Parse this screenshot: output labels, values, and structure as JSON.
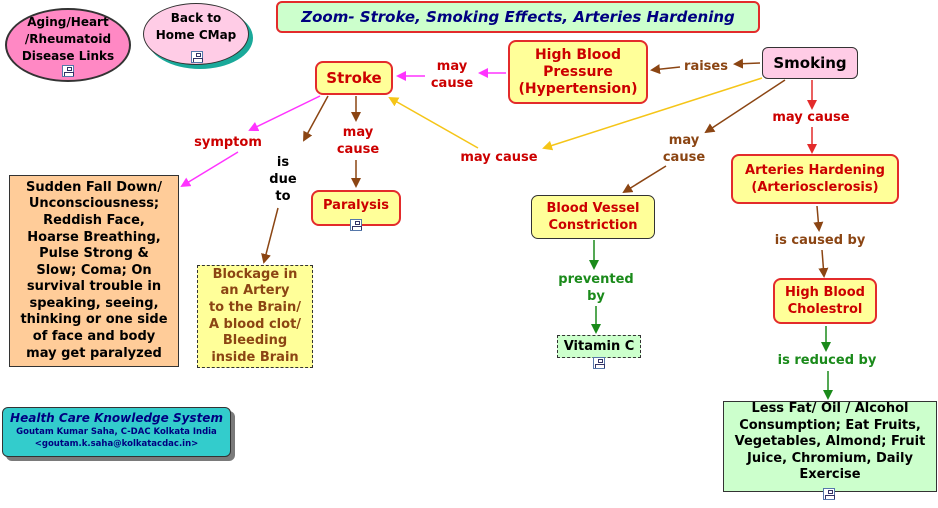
{
  "title": "Zoom- Stroke, Smoking Effects, Arteries Hardening",
  "nav": {
    "aging_link": "Aging/Heart\n/Rheumatoid\nDisease Links",
    "home_link": "Back to\nHome CMap"
  },
  "nodes": {
    "stroke": "Stroke",
    "high_bp": "High Blood\nPressure\n(Hypertension)",
    "smoking": "Smoking",
    "symptoms": "Sudden Fall Down/\nUnconsciousness;\nReddish Face,\nHoarse Breathing,\nPulse Strong &\nSlow; Coma; On\nsurvival trouble in\nspeaking, seeing,\nthinking or one side\nof face and body\nmay get paralyzed",
    "blockage": "Blockage in\nan Artery\nto the Brain/\nA blood clot/\nBleeding\ninside Brain",
    "paralysis": "Paralysis",
    "vessel": "Blood Vessel\nConstriction",
    "vitamin": "Vitamin C",
    "arteries": "Arteries Hardening\n(Arteriosclerosis)",
    "cholestrol": "High Blood\nCholestrol",
    "lifestyle": "Less Fat/ Oil / Alcohol\nConsumption; Eat Fruits,\nVegetables, Almond; Fruit\nJuice, Chromium, Daily\nExercise"
  },
  "links": {
    "may_cause_1": "may\ncause",
    "raises": "raises",
    "symptom": "symptom",
    "is_due_to": "is\ndue\nto",
    "may_cause_2": "may\ncause",
    "may_cause_3": "may cause",
    "may_cause_4": "may\ncause",
    "may_cause_5": "may cause",
    "prevented_by": "prevented\nby",
    "is_caused_by": "is caused by",
    "is_reduced_by": "is reduced by"
  },
  "footer": {
    "system": "Health Care Knowledge System",
    "author": "Goutam Kumar Saha, C-DAC Kolkata India",
    "email": "<goutam.k.saha@kolkatacdac.in>"
  },
  "colors": {
    "magenta": "#ff33ff",
    "brown": "#8b4513",
    "gold": "#f5c518",
    "red": "#e32b2b",
    "green": "#1a8a1a"
  },
  "icons": [
    "concept-map-icon"
  ]
}
